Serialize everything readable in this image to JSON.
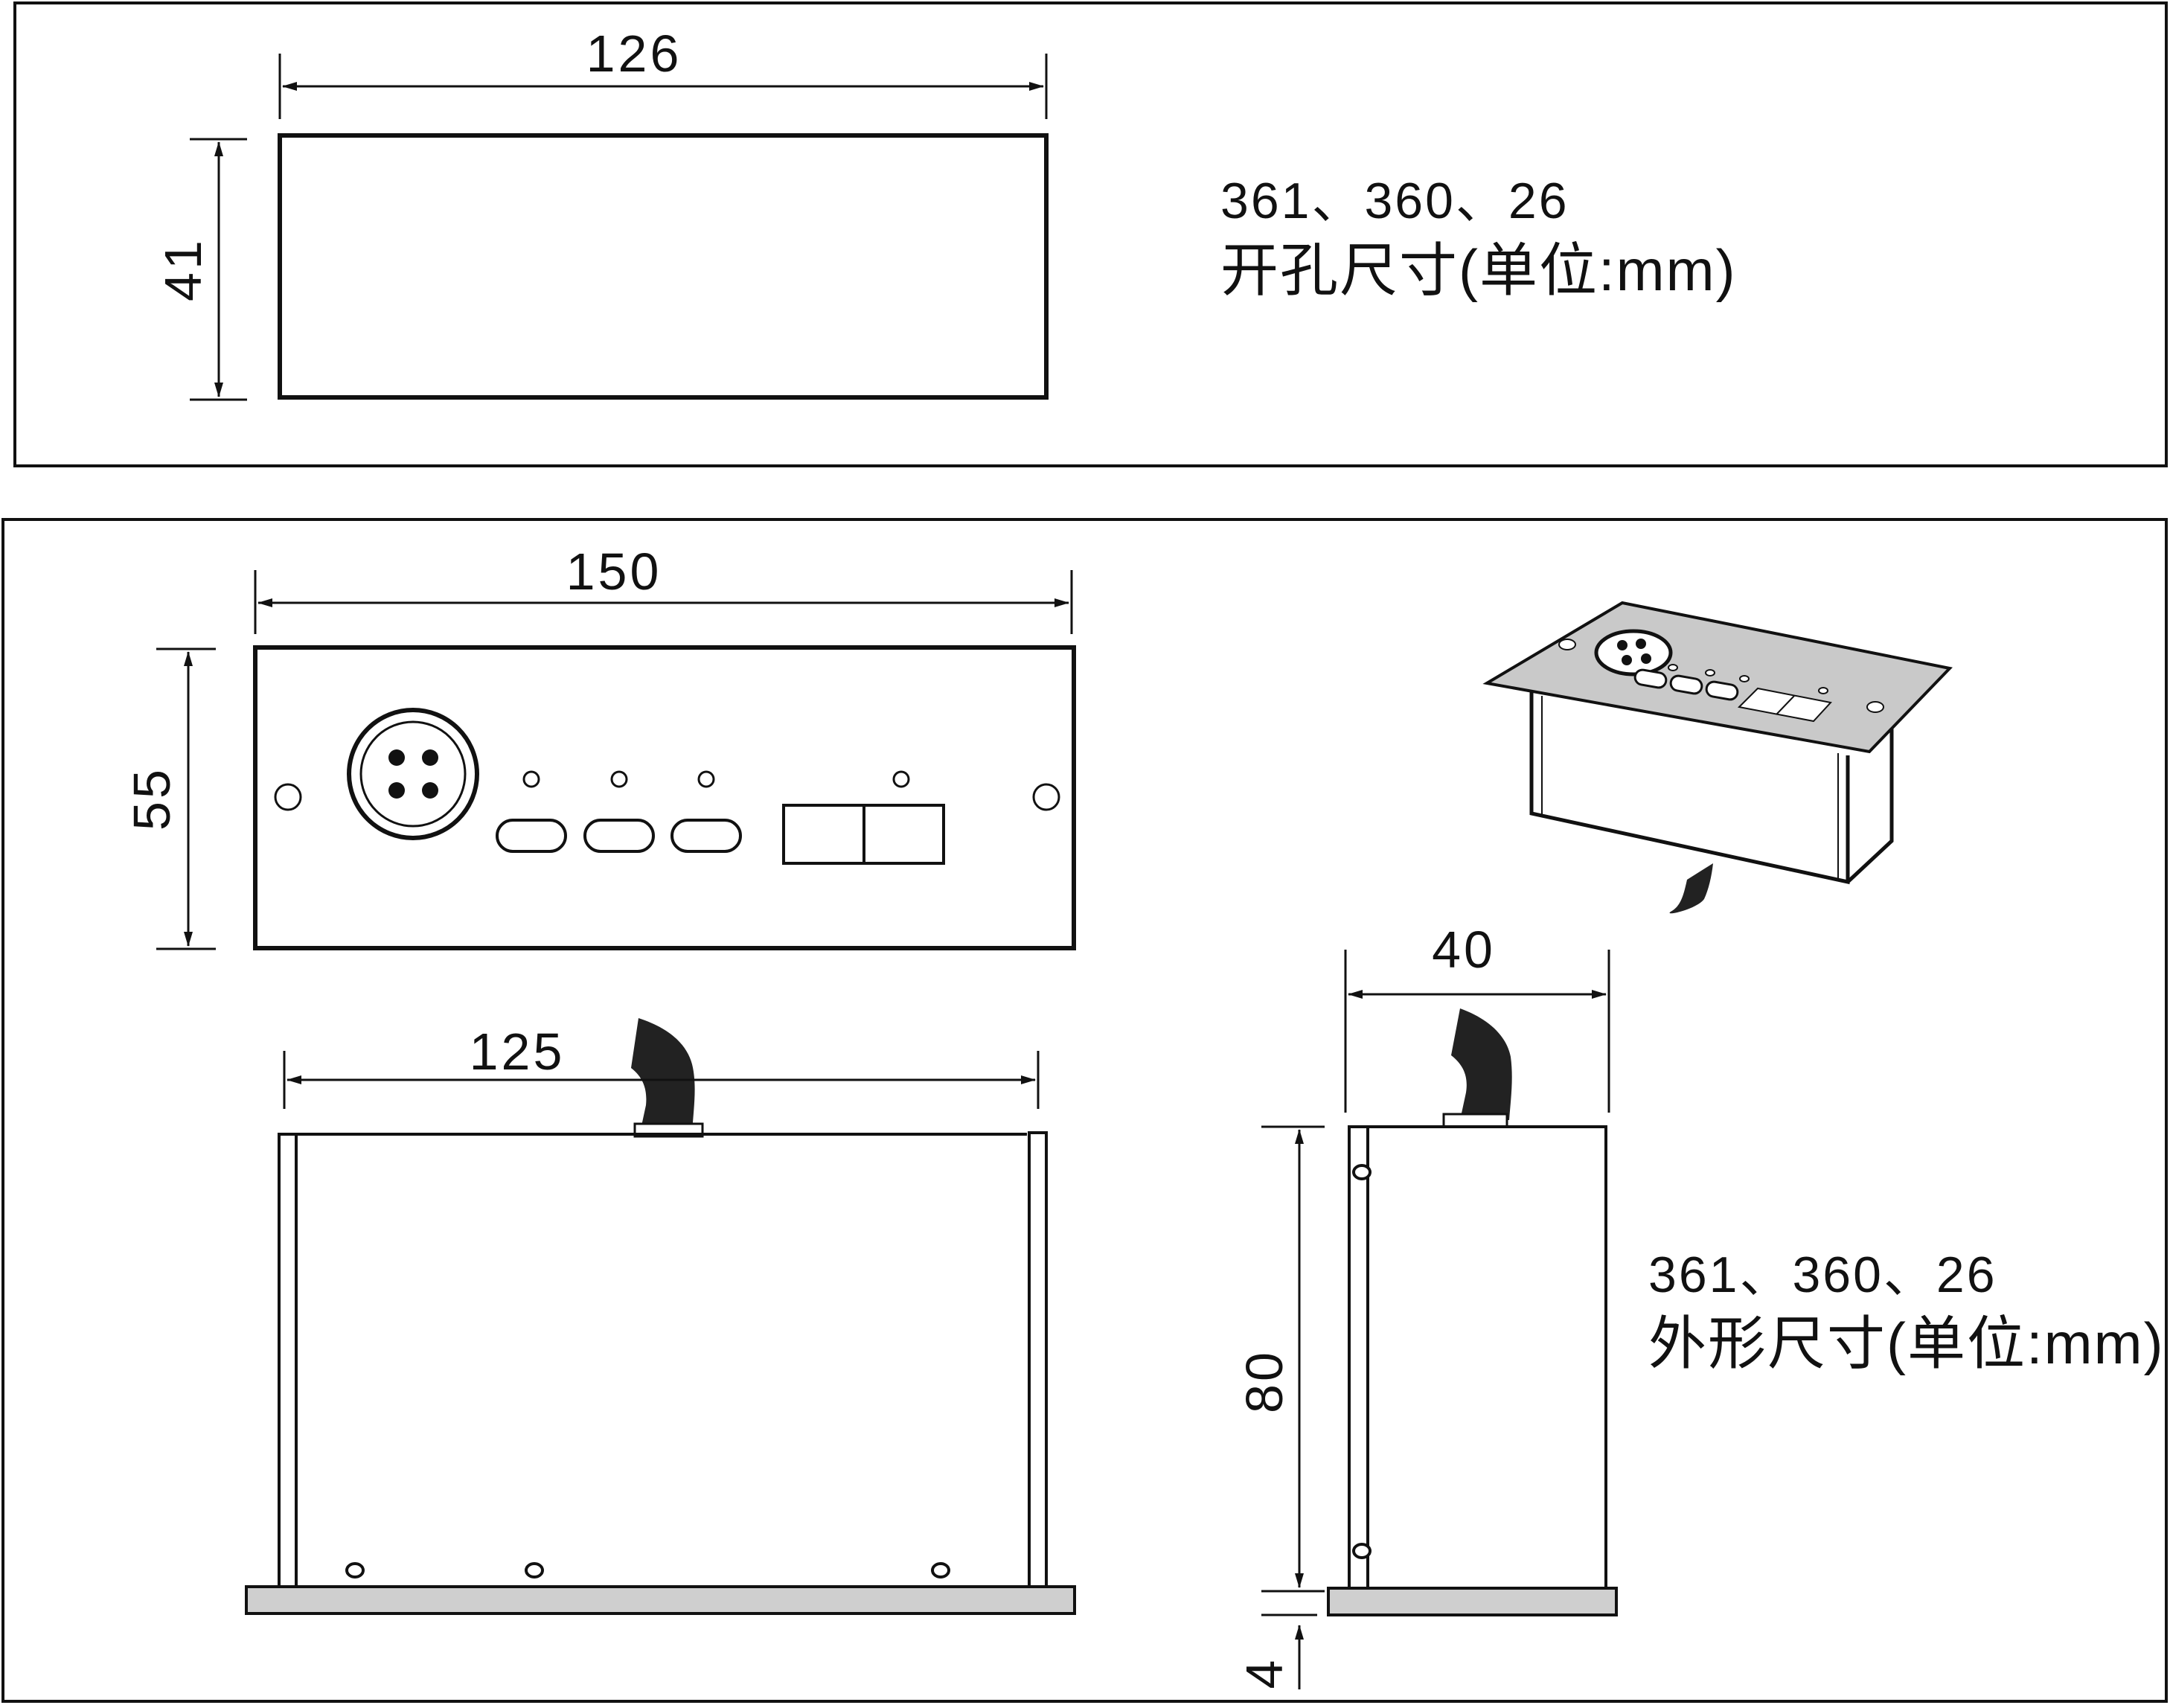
{
  "colors": {
    "line": "#111111",
    "base": "#cfcfcf",
    "panel": "#c9c9c9",
    "background": "#ffffff"
  },
  "cutout": {
    "width_label": "126",
    "height_label": "41",
    "models": "361、360、26",
    "caption": "开孔尺寸(单位:mm)"
  },
  "outline": {
    "front_width_label": "150",
    "front_height_label": "55",
    "body_width_label": "125",
    "side_depth_label": "40",
    "side_height_label": "80",
    "base_thickness_label": "4",
    "models": "361、360、26",
    "caption": "外形尺寸(单位:mm)"
  },
  "icons": [
    "xlr-4pin-connector-icon",
    "indicator-led-icon",
    "push-button-icon",
    "rj45-port-icon",
    "mounting-hole-icon",
    "cable-icon"
  ]
}
